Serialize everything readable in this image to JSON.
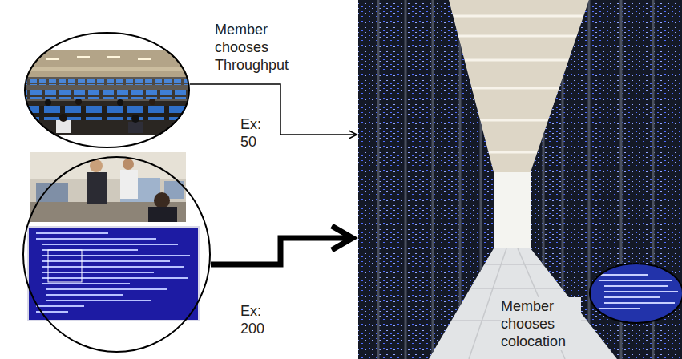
{
  "diagram": {
    "nodes": [
      {
        "text": [
          "Member chooses Throughput"
        ]
      },
      {},
      {},
      {
        "text": [
          "Member chooses colocation"
        ],
        "in": 2
      }
    ],
    "edges": [
      {
        "from": 0,
        "to": 2,
        "arrow": "to",
        "label": "Ex: 50"
      },
      {
        "from": 1,
        "to": 2,
        "arrow": "to",
        "label": "Ex: 200"
      }
    ]
  }
}
